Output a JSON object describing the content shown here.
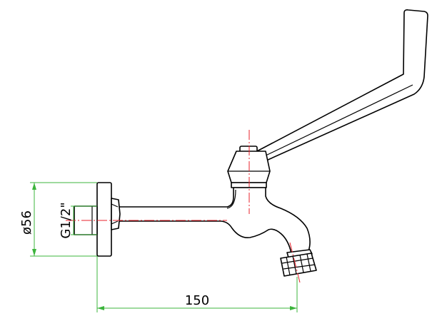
{
  "colors": {
    "outline": "#000000",
    "centerline": "#e8212b",
    "dimension": "#3cb43c",
    "background": "#ffffff"
  },
  "dimensions": {
    "diameter_label": "ø56",
    "thread_label": "G1/2\"",
    "length_label": "150"
  }
}
